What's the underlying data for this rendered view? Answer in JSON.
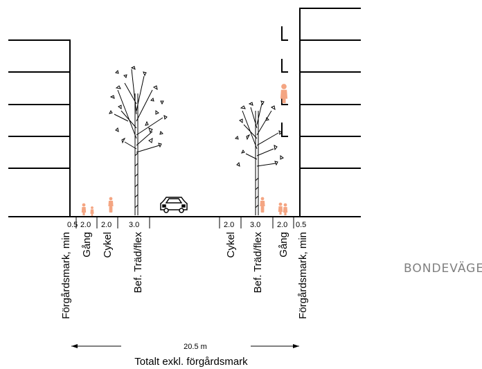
{
  "street_name": "BONDEVÄGEN",
  "zones": [
    {
      "id": "forgardsmark-left",
      "width": "0.5",
      "label": "Förgårdsmark, min"
    },
    {
      "id": "gang-left",
      "width": "2.0",
      "label": "Gång"
    },
    {
      "id": "cykel-left",
      "width": "2.0",
      "label": "Cykel"
    },
    {
      "id": "trad-left",
      "width": "3.0",
      "label": "Bef. Träd/flex"
    },
    {
      "id": "cykel-right",
      "width": "2.0",
      "label": "Cykel"
    },
    {
      "id": "trad-right",
      "width": "3.0",
      "label": "Bef. Träd/flex"
    },
    {
      "id": "gang-right",
      "width": "2.0",
      "label": "Gång"
    },
    {
      "id": "forgardsmark-right",
      "width": "0.5",
      "label": "Förgårdsmark, min"
    }
  ],
  "total": {
    "value": "20.5 m",
    "caption": "Totalt exkl. förgårdsmark"
  },
  "colors": {
    "figure": "#f4a582",
    "line": "#000000",
    "street_name": "#7f7f7f"
  },
  "icons": [
    "pedestrian-icon",
    "cyclist-icon",
    "car-icon",
    "tree-icon",
    "balcony-person-icon"
  ]
}
